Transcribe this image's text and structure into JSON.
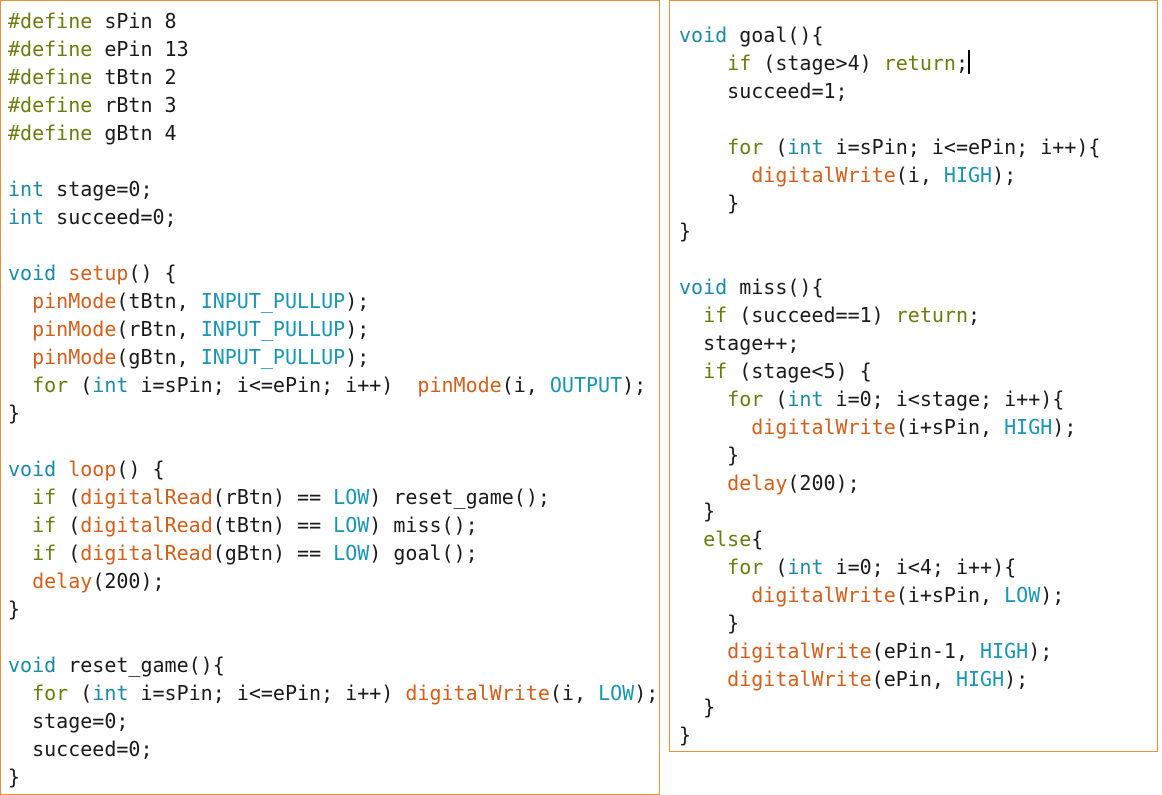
{
  "colors": {
    "border": "#e8903a",
    "keyword": "#6b7d0f",
    "type": "#1a8aa6",
    "function": "#d35f1b",
    "constant": "#1a97b0",
    "text": "#1a1a1a"
  },
  "panels": [
    {
      "name": "left-code-panel",
      "lines": [
        [
          [
            "kw",
            "#define"
          ],
          [
            "p",
            " sPin 8"
          ]
        ],
        [
          [
            "kw",
            "#define"
          ],
          [
            "p",
            " ePin 13"
          ]
        ],
        [
          [
            "kw",
            "#define"
          ],
          [
            "p",
            " tBtn 2"
          ]
        ],
        [
          [
            "kw",
            "#define"
          ],
          [
            "p",
            " rBtn 3"
          ]
        ],
        [
          [
            "kw",
            "#define"
          ],
          [
            "p",
            " gBtn 4"
          ]
        ],
        [],
        [
          [
            "type",
            "int"
          ],
          [
            "p",
            " stage=0;"
          ]
        ],
        [
          [
            "type",
            "int"
          ],
          [
            "p",
            " succeed=0;"
          ]
        ],
        [],
        [
          [
            "type",
            "void"
          ],
          [
            "p",
            " "
          ],
          [
            "fn",
            "setup"
          ],
          [
            "p",
            "() {"
          ]
        ],
        [
          [
            "p",
            "  "
          ],
          [
            "fn",
            "pinMode"
          ],
          [
            "p",
            "(tBtn, "
          ],
          [
            "const",
            "INPUT_PULLUP"
          ],
          [
            "p",
            ");"
          ]
        ],
        [
          [
            "p",
            "  "
          ],
          [
            "fn",
            "pinMode"
          ],
          [
            "p",
            "(rBtn, "
          ],
          [
            "const",
            "INPUT_PULLUP"
          ],
          [
            "p",
            ");"
          ]
        ],
        [
          [
            "p",
            "  "
          ],
          [
            "fn",
            "pinMode"
          ],
          [
            "p",
            "(gBtn, "
          ],
          [
            "const",
            "INPUT_PULLUP"
          ],
          [
            "p",
            ");"
          ]
        ],
        [
          [
            "p",
            "  "
          ],
          [
            "kw",
            "for"
          ],
          [
            "p",
            " ("
          ],
          [
            "type",
            "int"
          ],
          [
            "p",
            " i=sPin; i<=ePin; i++)  "
          ],
          [
            "fn",
            "pinMode"
          ],
          [
            "p",
            "(i, "
          ],
          [
            "const",
            "OUTPUT"
          ],
          [
            "p",
            ");"
          ]
        ],
        [
          [
            "p",
            "}"
          ]
        ],
        [],
        [
          [
            "type",
            "void"
          ],
          [
            "p",
            " "
          ],
          [
            "fn",
            "loop"
          ],
          [
            "p",
            "() {"
          ]
        ],
        [
          [
            "p",
            "  "
          ],
          [
            "kw",
            "if"
          ],
          [
            "p",
            " ("
          ],
          [
            "fn",
            "digitalRead"
          ],
          [
            "p",
            "(rBtn) == "
          ],
          [
            "const",
            "LOW"
          ],
          [
            "p",
            ") reset_game();"
          ]
        ],
        [
          [
            "p",
            "  "
          ],
          [
            "kw",
            "if"
          ],
          [
            "p",
            " ("
          ],
          [
            "fn",
            "digitalRead"
          ],
          [
            "p",
            "(tBtn) == "
          ],
          [
            "const",
            "LOW"
          ],
          [
            "p",
            ") miss();"
          ]
        ],
        [
          [
            "p",
            "  "
          ],
          [
            "kw",
            "if"
          ],
          [
            "p",
            " ("
          ],
          [
            "fn",
            "digitalRead"
          ],
          [
            "p",
            "(gBtn) == "
          ],
          [
            "const",
            "LOW"
          ],
          [
            "p",
            ") goal();"
          ]
        ],
        [
          [
            "p",
            "  "
          ],
          [
            "fn",
            "delay"
          ],
          [
            "p",
            "(200);"
          ]
        ],
        [
          [
            "p",
            "}"
          ]
        ],
        [],
        [
          [
            "type",
            "void"
          ],
          [
            "p",
            " reset_game(){"
          ]
        ],
        [
          [
            "p",
            "  "
          ],
          [
            "kw",
            "for"
          ],
          [
            "p",
            " ("
          ],
          [
            "type",
            "int"
          ],
          [
            "p",
            " i=sPin; i<=ePin; i++) "
          ],
          [
            "fn",
            "digitalWrite"
          ],
          [
            "p",
            "(i, "
          ],
          [
            "const",
            "LOW"
          ],
          [
            "p",
            ");"
          ]
        ],
        [
          [
            "p",
            "  stage=0;"
          ]
        ],
        [
          [
            "p",
            "  succeed=0;"
          ]
        ],
        [
          [
            "p",
            "}"
          ]
        ]
      ]
    },
    {
      "name": "right-code-panel",
      "lines": [
        [
          [
            "type",
            "void"
          ],
          [
            "p",
            " goal(){"
          ]
        ],
        [
          [
            "p",
            "    "
          ],
          [
            "kw",
            "if"
          ],
          [
            "p",
            " (stage>4) "
          ],
          [
            "kw",
            "return"
          ],
          [
            "p",
            ";"
          ],
          [
            "cursor",
            ""
          ]
        ],
        [
          [
            "p",
            "    succeed=1;"
          ]
        ],
        [],
        [
          [
            "p",
            "    "
          ],
          [
            "kw",
            "for"
          ],
          [
            "p",
            " ("
          ],
          [
            "type",
            "int"
          ],
          [
            "p",
            " i=sPin; i<=ePin; i++){"
          ]
        ],
        [
          [
            "p",
            "      "
          ],
          [
            "fn",
            "digitalWrite"
          ],
          [
            "p",
            "(i, "
          ],
          [
            "const",
            "HIGH"
          ],
          [
            "p",
            ");"
          ]
        ],
        [
          [
            "p",
            "    }"
          ]
        ],
        [
          [
            "p",
            "}"
          ]
        ],
        [],
        [
          [
            "type",
            "void"
          ],
          [
            "p",
            " miss(){"
          ]
        ],
        [
          [
            "p",
            "  "
          ],
          [
            "kw",
            "if"
          ],
          [
            "p",
            " (succeed==1) "
          ],
          [
            "kw",
            "return"
          ],
          [
            "p",
            ";"
          ]
        ],
        [
          [
            "p",
            "  stage++;"
          ]
        ],
        [
          [
            "p",
            "  "
          ],
          [
            "kw",
            "if"
          ],
          [
            "p",
            " (stage<5) {"
          ]
        ],
        [
          [
            "p",
            "    "
          ],
          [
            "kw",
            "for"
          ],
          [
            "p",
            " ("
          ],
          [
            "type",
            "int"
          ],
          [
            "p",
            " i=0; i<stage; i++){"
          ]
        ],
        [
          [
            "p",
            "      "
          ],
          [
            "fn",
            "digitalWrite"
          ],
          [
            "p",
            "(i+sPin, "
          ],
          [
            "const",
            "HIGH"
          ],
          [
            "p",
            ");"
          ]
        ],
        [
          [
            "p",
            "    }"
          ]
        ],
        [
          [
            "p",
            "    "
          ],
          [
            "fn",
            "delay"
          ],
          [
            "p",
            "(200);"
          ]
        ],
        [
          [
            "p",
            "  }"
          ]
        ],
        [
          [
            "p",
            "  "
          ],
          [
            "kw",
            "else"
          ],
          [
            "p",
            "{"
          ]
        ],
        [
          [
            "p",
            "    "
          ],
          [
            "kw",
            "for"
          ],
          [
            "p",
            " ("
          ],
          [
            "type",
            "int"
          ],
          [
            "p",
            " i=0; i<4; i++){"
          ]
        ],
        [
          [
            "p",
            "      "
          ],
          [
            "fn",
            "digitalWrite"
          ],
          [
            "p",
            "(i+sPin, "
          ],
          [
            "const",
            "LOW"
          ],
          [
            "p",
            ");"
          ]
        ],
        [
          [
            "p",
            "    }"
          ]
        ],
        [
          [
            "p",
            "    "
          ],
          [
            "fn",
            "digitalWrite"
          ],
          [
            "p",
            "(ePin-1, "
          ],
          [
            "const",
            "HIGH"
          ],
          [
            "p",
            ");"
          ]
        ],
        [
          [
            "p",
            "    "
          ],
          [
            "fn",
            "digitalWrite"
          ],
          [
            "p",
            "(ePin, "
          ],
          [
            "const",
            "HIGH"
          ],
          [
            "p",
            ");"
          ]
        ],
        [
          [
            "p",
            "  }"
          ]
        ],
        [
          [
            "p",
            "}"
          ]
        ]
      ]
    }
  ]
}
